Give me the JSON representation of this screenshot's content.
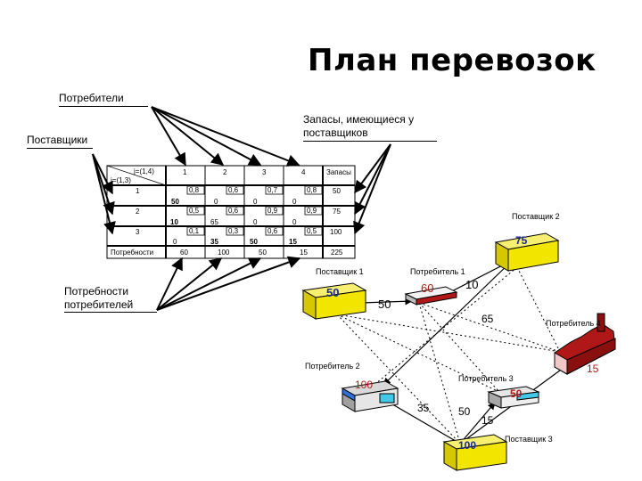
{
  "title": "План перевозок",
  "labels": {
    "consumers": "Потребители",
    "suppliers": "Поставщики",
    "stocks": "Запасы, имеющиеся у\nпоставщиков",
    "needs": "Потребности\nпотребителей"
  },
  "table": {
    "corner_top": "j=(1,4)",
    "corner_bottom": "i=(1,3)",
    "col_headers": [
      "1",
      "2",
      "3",
      "4"
    ],
    "stock_header": "Запасы",
    "rows": [
      {
        "i": "1",
        "costs": [
          "0,8",
          "0,6",
          "0,7",
          "0,8"
        ],
        "plan": [
          "50",
          "0",
          "0",
          "0"
        ],
        "stock": "50"
      },
      {
        "i": "2",
        "costs": [
          "0,5",
          "0,6",
          "0,9",
          "0,9"
        ],
        "plan": [
          "10",
          "65",
          "0",
          "0"
        ],
        "stock": "75"
      },
      {
        "i": "3",
        "costs": [
          "0,1",
          "0,3",
          "0,6",
          "0,5"
        ],
        "plan": [
          "0",
          "35",
          "50",
          "15"
        ],
        "stock": "100"
      }
    ],
    "needs_label": "Потребности",
    "needs": [
      "60",
      "100",
      "50",
      "15"
    ],
    "total": "225"
  },
  "network": {
    "supplier1": {
      "label": "Поставщик 1",
      "value": "50"
    },
    "supplier2": {
      "label": "Поставщик 2",
      "value": "75"
    },
    "supplier3": {
      "label": "Поставщик 3",
      "value": "100"
    },
    "consumer1": {
      "label": "Потребитель 1",
      "value": "60"
    },
    "consumer2": {
      "label": "Потребитель 2",
      "value": "100"
    },
    "consumer3": {
      "label": "Потребитель 3",
      "value": "50"
    },
    "consumer4": {
      "label": "Потребитель 4",
      "value": "15"
    },
    "flows": {
      "s1_c1": "50",
      "s2_c1": "10",
      "s2_c2": "65",
      "s3_c2": "35",
      "s3_c3": "50",
      "s3_c4": "15"
    }
  },
  "colors": {
    "box_yellow": "#f2e600",
    "box_blue": "#2f6fd6",
    "box_red": "#b01818",
    "box_cyan": "#44c8e8",
    "value_blue": "#1a2a9a",
    "value_red": "#b01818"
  }
}
